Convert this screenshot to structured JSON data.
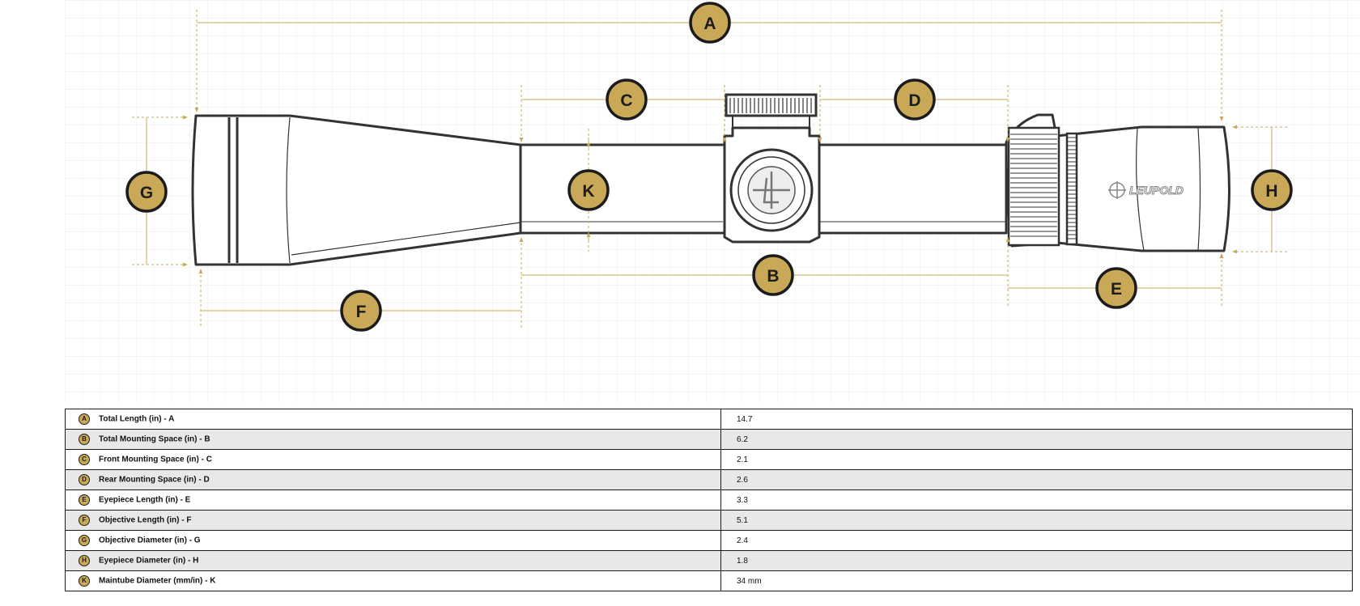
{
  "colors": {
    "accent_gold": "#c9a857",
    "dimension_line": "#c9a857",
    "outline": "#333333",
    "row_alt": "#e8e8e8"
  },
  "diagram": {
    "brand_text": "LEUPOLD",
    "brand_icon": "leupold-logo-icon",
    "badges": {
      "A": "A",
      "B": "B",
      "C": "C",
      "D": "D",
      "E": "E",
      "F": "F",
      "G": "G",
      "H": "H",
      "K": "K"
    }
  },
  "specs": [
    {
      "badge": "A",
      "label": "Total Length (in) - A",
      "value": "14.7"
    },
    {
      "badge": "B",
      "label": "Total Mounting Space (in) - B",
      "value": "6.2"
    },
    {
      "badge": "C",
      "label": "Front Mounting Space (in) - C",
      "value": "2.1"
    },
    {
      "badge": "D",
      "label": "Rear Mounting Space (in) - D",
      "value": "2.6"
    },
    {
      "badge": "E",
      "label": "Eyepiece Length (in) - E",
      "value": "3.3"
    },
    {
      "badge": "F",
      "label": "Objective Length (in) - F",
      "value": "5.1"
    },
    {
      "badge": "G",
      "label": "Objective Diameter (in) - G",
      "value": "2.4"
    },
    {
      "badge": "H",
      "label": "Eyepiece Diameter (in) - H",
      "value": "1.8"
    },
    {
      "badge": "K",
      "label": "Maintube Diameter (mm/in) - K",
      "value": "34 mm"
    }
  ]
}
